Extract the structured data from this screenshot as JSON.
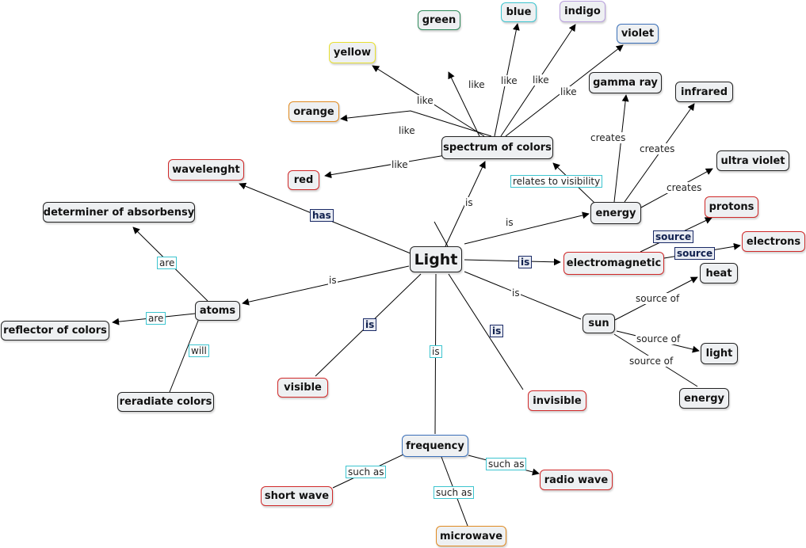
{
  "nodes": {
    "light": "Light",
    "spectrum": "spectrum of colors",
    "green": "green",
    "blue": "blue",
    "indigo": "indigo",
    "violet": "violet",
    "yellow": "yellow",
    "orange": "orange",
    "red": "red",
    "wavelenght": "wavelenght",
    "determiner": "determiner of absorbensy",
    "reflector": "reflector of colors",
    "atoms": "atoms",
    "reradiate": "reradiate colors",
    "visible": "visible",
    "invisible": "invisible",
    "frequency": "frequency",
    "shortwave": "short wave",
    "microwave": "microwave",
    "radiowave": "radio wave",
    "energy": "energy",
    "gammaray": "gamma ray",
    "infrared": "infrared",
    "ultraviolet": "ultra violet",
    "electromagnetic": "electromagnetic",
    "protons": "protons",
    "electrons": "electrons",
    "sun": "sun",
    "heat": "heat",
    "light2": "light",
    "energy2": "energy"
  },
  "links": {
    "like": "like",
    "is": "is",
    "has": "has",
    "are": "are",
    "will": "will",
    "creates": "creates",
    "source": "source",
    "source_of": "source of",
    "such_as": "such as",
    "relates_to_visibility": "relates to visibility"
  },
  "colors": {
    "node_fill": "#eef0f2",
    "border_default": "#222222",
    "border_red": "#d02828",
    "border_green": "#2f8a5a",
    "border_cyan": "#3cc4cf",
    "border_purple": "#b9a0de",
    "border_blue": "#3a6fb8",
    "border_yellow": "#e8e030",
    "border_orange": "#e08a20",
    "label_cyan": "#3cc4cf",
    "label_dark": "#1a2a66"
  }
}
